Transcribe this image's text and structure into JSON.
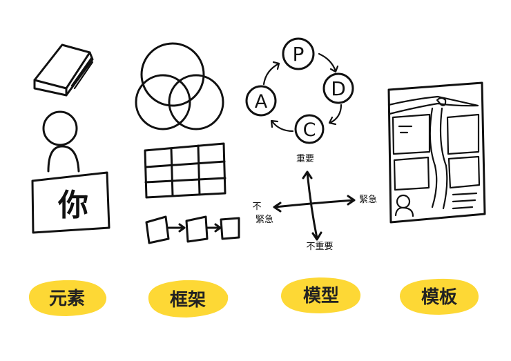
{
  "colors": {
    "ink": "#111111",
    "badge": "#fdd835",
    "badge_text": "#222222",
    "background": "#ffffff"
  },
  "element_card": {
    "person_label": "你",
    "book_icon": "book-icon",
    "person_icon": "person-icon"
  },
  "cycle": {
    "nodes": [
      "P",
      "D",
      "C",
      "A"
    ]
  },
  "matrix": {
    "top": "重要",
    "right": "緊急",
    "bottom": "不重要",
    "left_line1": "不",
    "left_line2": "緊急"
  },
  "template_icon": "document-template-icon",
  "labels": [
    "元素",
    "框架",
    "模型",
    "模板"
  ]
}
